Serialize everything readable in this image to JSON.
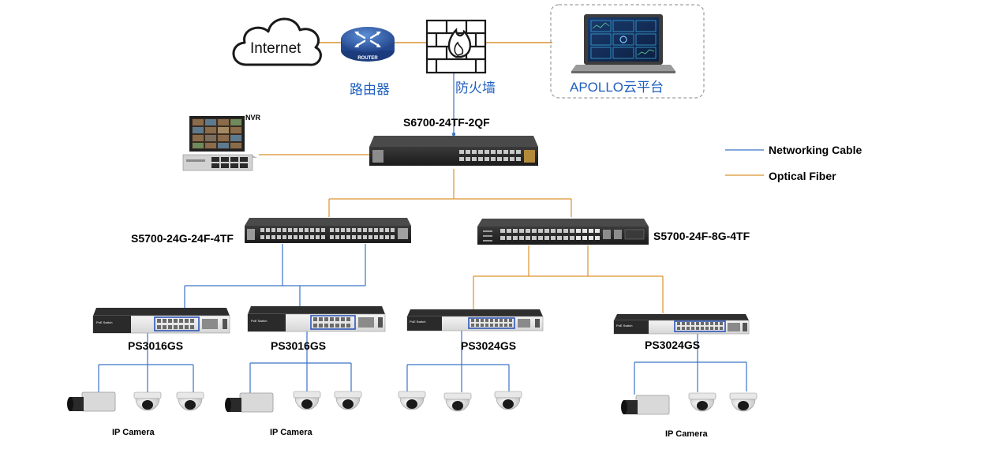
{
  "top": {
    "internet_label": "Internet",
    "router_badge": "ROUTER",
    "router_label": "路由器",
    "firewall_label": "防火墙",
    "cloud_platform_label": "APOLLO云平台"
  },
  "nvr": {
    "label": "NVR"
  },
  "core_switch": {
    "label": "S6700-24TF-2QF"
  },
  "aggregation": {
    "left_label": "S5700-24G-24F-4TF",
    "right_label": "S5700-24F-8G-4TF"
  },
  "access": {
    "switches": [
      {
        "label": "PS3016GS",
        "badge": "PoE Switch"
      },
      {
        "label": "PS3016GS",
        "badge": "PoE Switch"
      },
      {
        "label": "PS3024GS",
        "badge": "PoE Switch"
      },
      {
        "label": "PS3024GS",
        "badge": "PoE Switch"
      }
    ]
  },
  "cameras": {
    "labels": [
      "IP Camera",
      "IP Camera",
      "IP Camera"
    ]
  },
  "legend": {
    "networking_cable": "Networking Cable",
    "optical_fiber": "Optical Fiber"
  },
  "colors": {
    "networking_cable": "#3b73c8",
    "optical_fiber": "#d9922e",
    "label_blue": "#1f5fbf"
  },
  "icons": [
    "cloud-icon",
    "router-icon",
    "firewall-icon",
    "laptop-icon",
    "nvr-icon",
    "switch-icon",
    "box-camera-icon",
    "dome-camera-icon"
  ]
}
